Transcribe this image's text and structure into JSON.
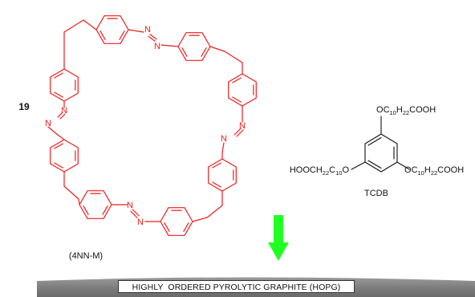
{
  "compound_number": "19",
  "macrocycle": {
    "name": "(4NN-M)",
    "azo_atom": "N",
    "color": "#ee1c1c"
  },
  "tcdb": {
    "name": "TCDB",
    "top_oxygen": "O",
    "top_chain": {
      "c": "C",
      "c_sub": "10",
      "h": "H",
      "h_sub": "22",
      "end": "COOH"
    },
    "left_group": {
      "prefix": "HOOCH",
      "h_sub": "22",
      "c": "C",
      "c_sub": "10",
      "end": "O"
    },
    "right_oxygen": "O",
    "right_chain": {
      "c": "C",
      "c_sub": "10",
      "h": "H",
      "h_sub": "22",
      "end": "COOH"
    }
  },
  "arrow": {
    "direction": "down",
    "color": "#22ff22"
  },
  "substrate": {
    "label": "HIGHLY  ORDERED PYROLYTIC GRAPHITE (HOPG)",
    "color": "#8a8a8a"
  }
}
